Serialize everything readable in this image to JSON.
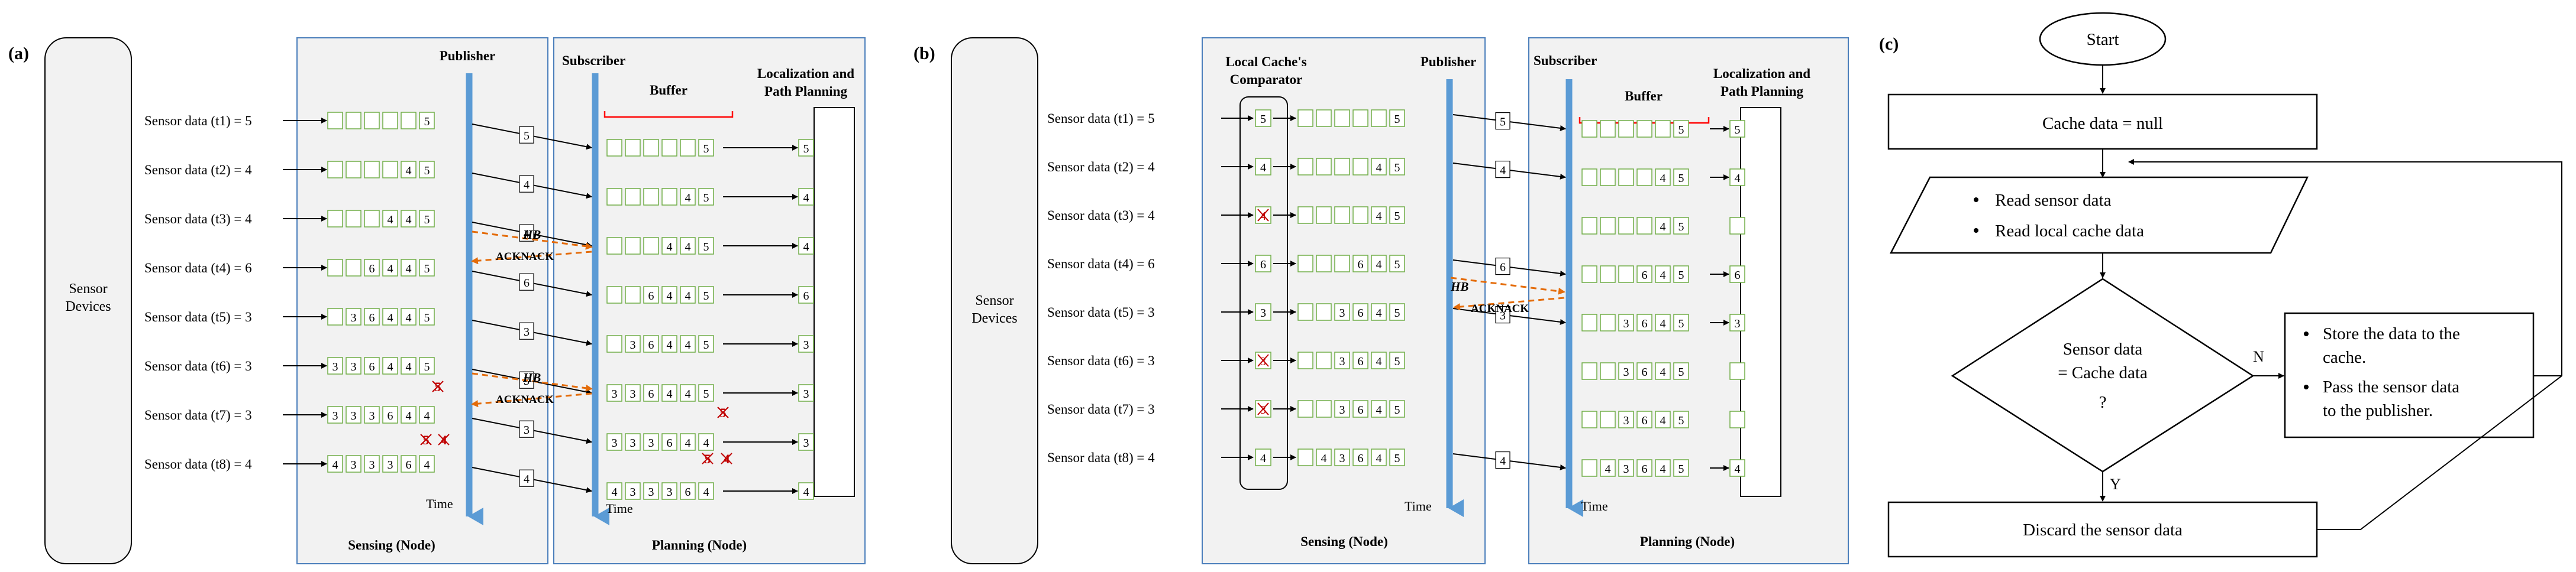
{
  "panel_a": {
    "label": "(a)",
    "device_label": [
      "Sensor",
      "Devices"
    ],
    "publisher": "Publisher",
    "subscriber": "Subscriber",
    "buffer": "Buffer",
    "localization": [
      "Localization and",
      "Path Planning"
    ],
    "sensing": "Sensing (Node)",
    "planning": "Planning (Node)",
    "time": "Time",
    "hb": "HB",
    "acknack": "ACKNACK",
    "rows": [
      {
        "label": "Sensor data (t1) = 5",
        "hist": [
          "",
          "",
          "",
          "",
          "",
          "5"
        ],
        "msg": "5",
        "buf": [
          "",
          "",
          "",
          "",
          "",
          "5"
        ],
        "out": "5"
      },
      {
        "label": "Sensor data (t2) = 4",
        "hist": [
          "",
          "",
          "",
          "",
          "4",
          "5"
        ],
        "msg": "4",
        "buf": [
          "",
          "",
          "",
          "",
          "4",
          "5"
        ],
        "out": "4"
      },
      {
        "label": "Sensor data (t3) = 4",
        "hist": [
          "",
          "",
          "",
          "4",
          "4",
          "5"
        ],
        "msg": "4",
        "buf": [
          "",
          "",
          "",
          "4",
          "4",
          "5"
        ],
        "out": "4"
      },
      {
        "label": "Sensor data (t4) = 6",
        "hist": [
          "",
          "",
          "6",
          "4",
          "4",
          "5"
        ],
        "msg": "6",
        "buf": [
          "",
          "",
          "6",
          "4",
          "4",
          "5"
        ],
        "out": "6"
      },
      {
        "label": "Sensor data (t5) = 3",
        "hist": [
          "",
          "3",
          "6",
          "4",
          "4",
          "5"
        ],
        "msg": "3",
        "buf": [
          "",
          "3",
          "6",
          "4",
          "4",
          "5"
        ],
        "out": "3"
      },
      {
        "label": "Sensor data (t6) = 3",
        "hist": [
          "3",
          "3",
          "6",
          "4",
          "4",
          "5"
        ],
        "msg": "3",
        "buf": [
          "3",
          "3",
          "6",
          "4",
          "4",
          "5"
        ],
        "out": "3"
      },
      {
        "label": "Sensor data (t7) = 3",
        "hist": [
          "3",
          "3",
          "3",
          "6",
          "4",
          "4"
        ],
        "msg": "3",
        "buf": [
          "3",
          "3",
          "3",
          "6",
          "4",
          "4"
        ],
        "out": "3"
      },
      {
        "label": "Sensor data (t8) = 4",
        "hist": [
          "4",
          "3",
          "3",
          "3",
          "6",
          "4"
        ],
        "msg": "4",
        "buf": [
          "4",
          "3",
          "3",
          "3",
          "6",
          "4"
        ],
        "out": "4"
      }
    ],
    "struck_sensing": [
      [
        "5"
      ],
      [
        "5",
        "4"
      ]
    ],
    "struck_planning": [
      [
        "5"
      ],
      [
        "5",
        "4"
      ]
    ]
  },
  "panel_b": {
    "label": "(b)",
    "device_label": [
      "Sensor",
      "Devices"
    ],
    "comparator": [
      "Local Cache's",
      "Comparator"
    ],
    "publisher": "Publisher",
    "subscriber": "Subscriber",
    "buffer": "Buffer",
    "localization": [
      "Localization  and",
      "Path Planning"
    ],
    "sensing": "Sensing (Node)",
    "planning": "Planning (Node)",
    "time": "Time",
    "hb": "HB",
    "acknack": "ACKNACK",
    "rows": [
      {
        "label": "Sensor data (t1) = 5",
        "cmp": "5",
        "hist": [
          "",
          "",
          "",
          "",
          "",
          "5"
        ],
        "buf": [
          "",
          "",
          "",
          "",
          "",
          "5"
        ],
        "out": "5"
      },
      {
        "label": "Sensor data (t2) = 4",
        "cmp": "4",
        "hist": [
          "",
          "",
          "",
          "",
          "4",
          "5"
        ],
        "buf": [
          "",
          "",
          "",
          "",
          "4",
          "5"
        ],
        "out": "4"
      },
      {
        "label": "Sensor data (t3) = 4",
        "cmp": "4",
        "hist": [
          "",
          "",
          "",
          "",
          "4",
          "5"
        ],
        "buf": [
          "",
          "",
          "",
          "",
          "4",
          "5"
        ],
        "out": ""
      },
      {
        "label": "Sensor data (t4) = 6",
        "cmp": "6",
        "hist": [
          "",
          "",
          "",
          "6",
          "4",
          "5"
        ],
        "buf": [
          "",
          "",
          "",
          "6",
          "4",
          "5"
        ],
        "out": "6"
      },
      {
        "label": "Sensor data (t5) = 3",
        "cmp": "3",
        "hist": [
          "",
          "",
          "3",
          "6",
          "4",
          "5"
        ],
        "buf": [
          "",
          "",
          "3",
          "6",
          "4",
          "5"
        ],
        "out": "3"
      },
      {
        "label": "Sensor data (t6) = 3",
        "cmp": "3",
        "hist": [
          "",
          "",
          "3",
          "6",
          "4",
          "5"
        ],
        "buf": [
          "",
          "",
          "3",
          "6",
          "4",
          "5"
        ],
        "out": ""
      },
      {
        "label": "Sensor data (t7) = 3",
        "cmp": "3",
        "hist": [
          "",
          "",
          "3",
          "6",
          "4",
          "5"
        ],
        "buf": [
          "",
          "",
          "3",
          "6",
          "4",
          "5"
        ],
        "out": ""
      },
      {
        "label": "Sensor data (t8) = 4",
        "cmp": "4",
        "hist": [
          "",
          "4",
          "3",
          "6",
          "4",
          "5"
        ],
        "buf": [
          "",
          "4",
          "3",
          "6",
          "4",
          "5"
        ],
        "out": "4"
      }
    ],
    "messages": [
      {
        "row": 0,
        "value": "5"
      },
      {
        "row": 1,
        "value": "4"
      },
      {
        "row": 3,
        "value": "6"
      },
      {
        "row": 4,
        "value": "3"
      },
      {
        "row": 7,
        "value": "4"
      }
    ]
  },
  "panel_c": {
    "label": "(c)",
    "start": "Start",
    "init": "Cache data = null",
    "read": [
      "Read sensor data",
      "Read local cache data"
    ],
    "decision": [
      "Sensor data",
      "= Cache data",
      "?"
    ],
    "store": [
      "Store the data to the",
      "cache.",
      "Pass the sensor data",
      "to the publisher."
    ],
    "discard": "Discard the sensor data",
    "no": "N",
    "yes": "Y"
  },
  "colors": {
    "panel_fill": "#f2f2f2",
    "panel_border": "#4a7ebb",
    "timeline": "#5b9bd5",
    "cell_border": "#70ad47",
    "strike": "#c00000",
    "dashed": "#e46c0a",
    "bracket": "#ff0000"
  }
}
